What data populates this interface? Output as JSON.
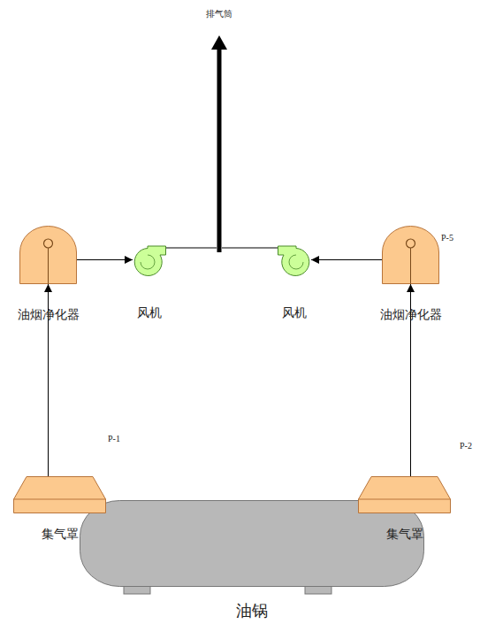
{
  "diagram": {
    "nodes": [
      {
        "text": [
          "排气筒"
        ]
      },
      {
        "text": [
          "油烟净化器"
        ]
      },
      {
        "text": [
          "风机"
        ]
      },
      {
        "text": [
          "风机"
        ]
      },
      {
        "text": [
          "油烟净化器"
        ]
      },
      {
        "text": [
          "集气罩"
        ]
      },
      {
        "text": [
          "集气罩"
        ]
      },
      {
        "text": [
          "油锅"
        ]
      }
    ],
    "edges": [
      {
        "from": 5,
        "to": 1,
        "arrow": "to"
      },
      {
        "from": 1,
        "to": 2,
        "arrow": "to"
      },
      {
        "from": 2,
        "to": 0,
        "arrow": "none"
      },
      {
        "from": 6,
        "to": 4,
        "arrow": "to"
      },
      {
        "from": 4,
        "to": 3,
        "arrow": "to"
      },
      {
        "from": 3,
        "to": 0,
        "arrow": "none"
      }
    ],
    "labels": [
      "P-1",
      "P-2",
      "P-5"
    ]
  }
}
